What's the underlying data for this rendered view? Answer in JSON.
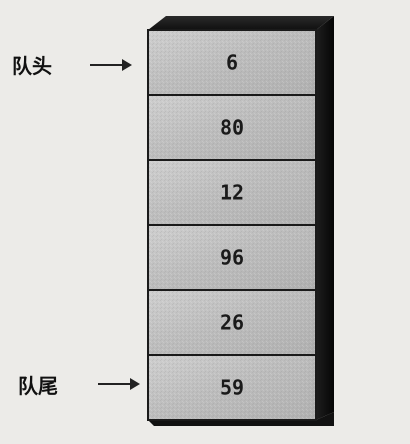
{
  "diagram": {
    "head_label": "队头",
    "tail_label": "队尾",
    "cells": [
      "6",
      "80",
      "12",
      "96",
      "26",
      "59"
    ]
  }
}
